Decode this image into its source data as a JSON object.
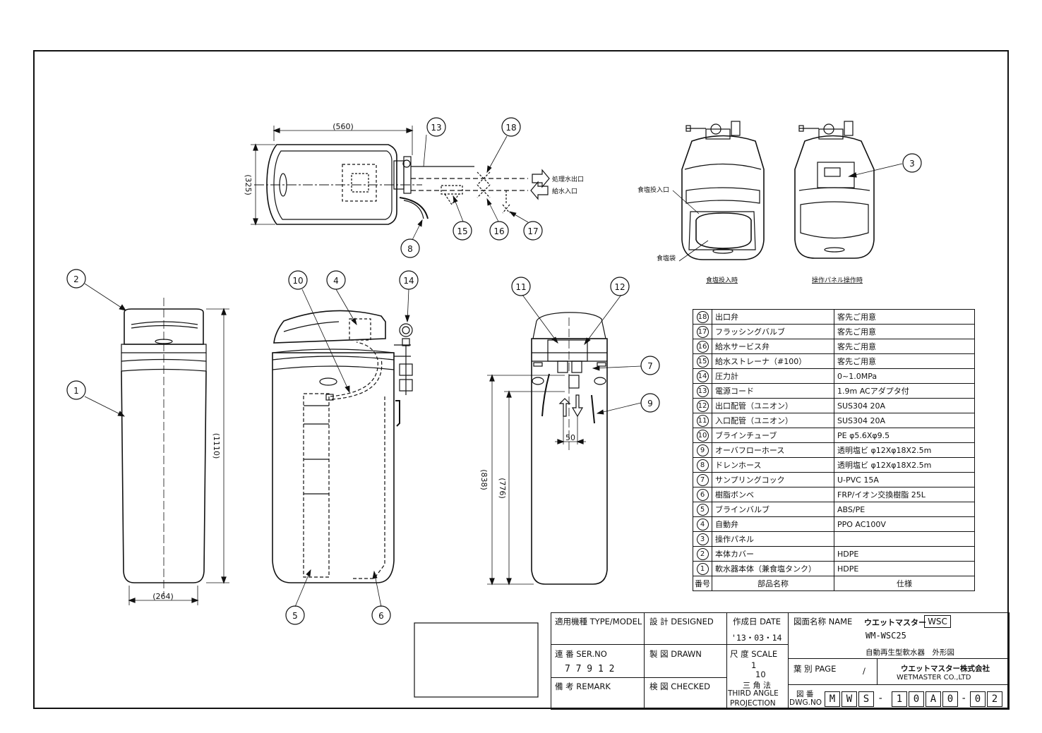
{
  "dimensions": {
    "top_width": "(560)",
    "top_depth": "(325)",
    "body_width": "(264)",
    "body_height": "(1110)",
    "outlet_height": "(838)",
    "inlet_height": "(776)",
    "pipe_spacing": "50"
  },
  "top_view": {
    "outlet_label": "処理水出口",
    "inlet_label": "給水入口"
  },
  "callouts": [
    "1",
    "2",
    "3",
    "4",
    "5",
    "6",
    "7",
    "8",
    "9",
    "10",
    "11",
    "12",
    "13",
    "14",
    "15",
    "16",
    "17",
    "18"
  ],
  "side_views": {
    "salt_inlet_label": "食塩投入口",
    "salt_bag_label": "食塩袋",
    "caption_salt": "食塩投入時",
    "caption_panel": "操作パネル操作時"
  },
  "parts_table": {
    "header": {
      "no": "番号",
      "name": "部品名称",
      "spec": "仕様"
    },
    "rows": [
      {
        "no": "18",
        "name": "出口弁",
        "spec": "客先ご用意"
      },
      {
        "no": "17",
        "name": "フラッシングバルブ",
        "spec": "客先ご用意"
      },
      {
        "no": "16",
        "name": "給水サービス弁",
        "spec": "客先ご用意"
      },
      {
        "no": "15",
        "name": "給水ストレーナ（#100）",
        "spec": "客先ご用意"
      },
      {
        "no": "14",
        "name": "圧力計",
        "spec": "0~1.0MPa"
      },
      {
        "no": "13",
        "name": "電源コード",
        "spec": "1.9m ACアダプタ付"
      },
      {
        "no": "12",
        "name": "出口配管（ユニオン）",
        "spec": "SUS304 20A"
      },
      {
        "no": "11",
        "name": "入口配管（ユニオン）",
        "spec": "SUS304 20A"
      },
      {
        "no": "10",
        "name": "ブラインチューブ",
        "spec": "PE φ5.6Xφ9.5"
      },
      {
        "no": "9",
        "name": "オーバフローホース",
        "spec": "透明塩ビ φ12Xφ18X2.5m"
      },
      {
        "no": "8",
        "name": "ドレンホース",
        "spec": "透明塩ビ φ12Xφ18X2.5m"
      },
      {
        "no": "7",
        "name": "サンプリングコック",
        "spec": "U-PVC 15A"
      },
      {
        "no": "6",
        "name": "樹脂ボンベ",
        "spec": "FRP/イオン交換樹脂 25L"
      },
      {
        "no": "5",
        "name": "ブラインバルブ",
        "spec": "ABS/PE"
      },
      {
        "no": "4",
        "name": "自動弁",
        "spec": "PPO AC100V"
      },
      {
        "no": "3",
        "name": "操作パネル",
        "spec": ""
      },
      {
        "no": "2",
        "name": "本体カバー",
        "spec": "HDPE"
      },
      {
        "no": "1",
        "name": "軟水器本体（兼食塩タンク）",
        "spec": "HDPE"
      }
    ]
  },
  "title_block": {
    "type_model": "適用機種 TYPE/MODEL",
    "designed": "設 計 DESIGNED",
    "date_label": "作成日 DATE",
    "date_value": "'13・03・14",
    "name_label": "図面名称 NAME",
    "brand": "ウエットマスター",
    "brand_box": "WSC",
    "model": "WM-WSC25",
    "description": "自動再生型軟水器　外形図",
    "ser_no_label": "連 番 SER.NO",
    "ser_no_value": "7 7 9 1 2",
    "drawn": "製 図 DRAWN",
    "scale_label": "尺 度 SCALE",
    "scale_num": "1",
    "scale_den": "10",
    "page_label": "葉 別 PAGE",
    "page_value": "/",
    "company": "ウエットマスター株式会社",
    "company_en": "WETMASTER CO.,LTD",
    "remark": "備 考 REMARK",
    "checked": "検 図 CHECKED",
    "projection_jp": "三 角 法",
    "projection_en1": "THIRD ANGLE",
    "projection_en2": "PROJECTION",
    "dwg_label1": "図 番",
    "dwg_label2": "DWG.NO",
    "dwg_chars": [
      "M",
      "W",
      "S",
      "1",
      "0",
      "A",
      "0",
      "0",
      "2"
    ]
  }
}
